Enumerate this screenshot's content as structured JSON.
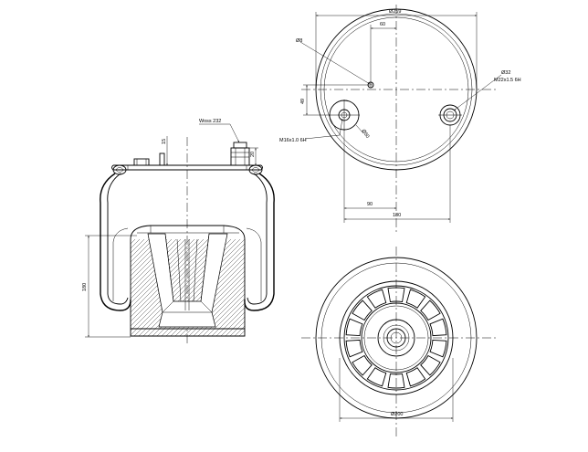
{
  "labels": {
    "top_overall_dia": "Ø259",
    "top_offset_60": "60",
    "top_hole_dia_8": "Ø8",
    "top_offset_49": "49",
    "top_thread_left": "M16x1.0 6H",
    "top_dia_50": "Ø50",
    "top_port_dia": "Ø32",
    "top_thread_right": "M22x1.5 6H",
    "top_offset_90": "90",
    "top_offset_180": "180",
    "side_fitting": "Woss 232",
    "side_height_15": "15",
    "side_height_20": "20",
    "side_height_180": "180",
    "bottom_piston_dia": "Ø200"
  }
}
